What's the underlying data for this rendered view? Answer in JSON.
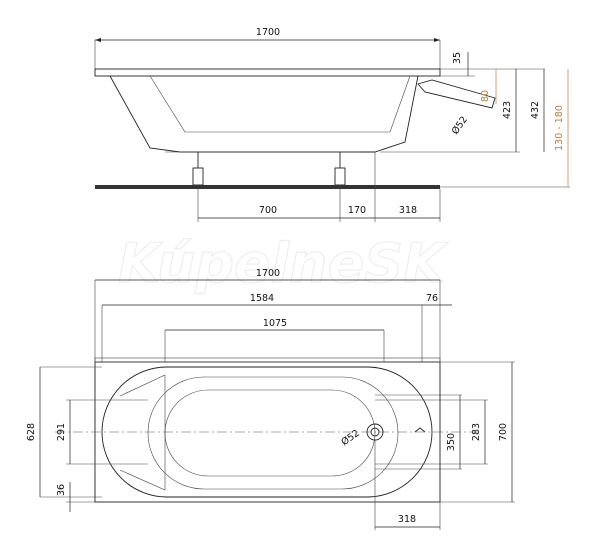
{
  "watermark": "KúpelneSK",
  "side_view": {
    "length": "1700",
    "rim_height": "35",
    "overflow_offset": "80",
    "depth_inner": "423",
    "depth_total": "432",
    "leg_adjust": "130 - 180",
    "drain_diameter": "Ø52",
    "leg_spacing": "700",
    "leg_to_drain": "170",
    "drain_to_end": "318"
  },
  "top_view": {
    "length": "1700",
    "inner_length": "1584",
    "end_offset": "76",
    "bottom_length": "1075",
    "width": "700",
    "inner_width": "628",
    "bottom_width": "291",
    "rim_side": "36",
    "drain_offset_a": "350",
    "drain_offset_b": "283",
    "drain_diameter": "Ø52",
    "drain_to_end": "318"
  },
  "colors": {
    "line": "#222222",
    "accent": "#c07a3a",
    "floor": "#333333"
  }
}
